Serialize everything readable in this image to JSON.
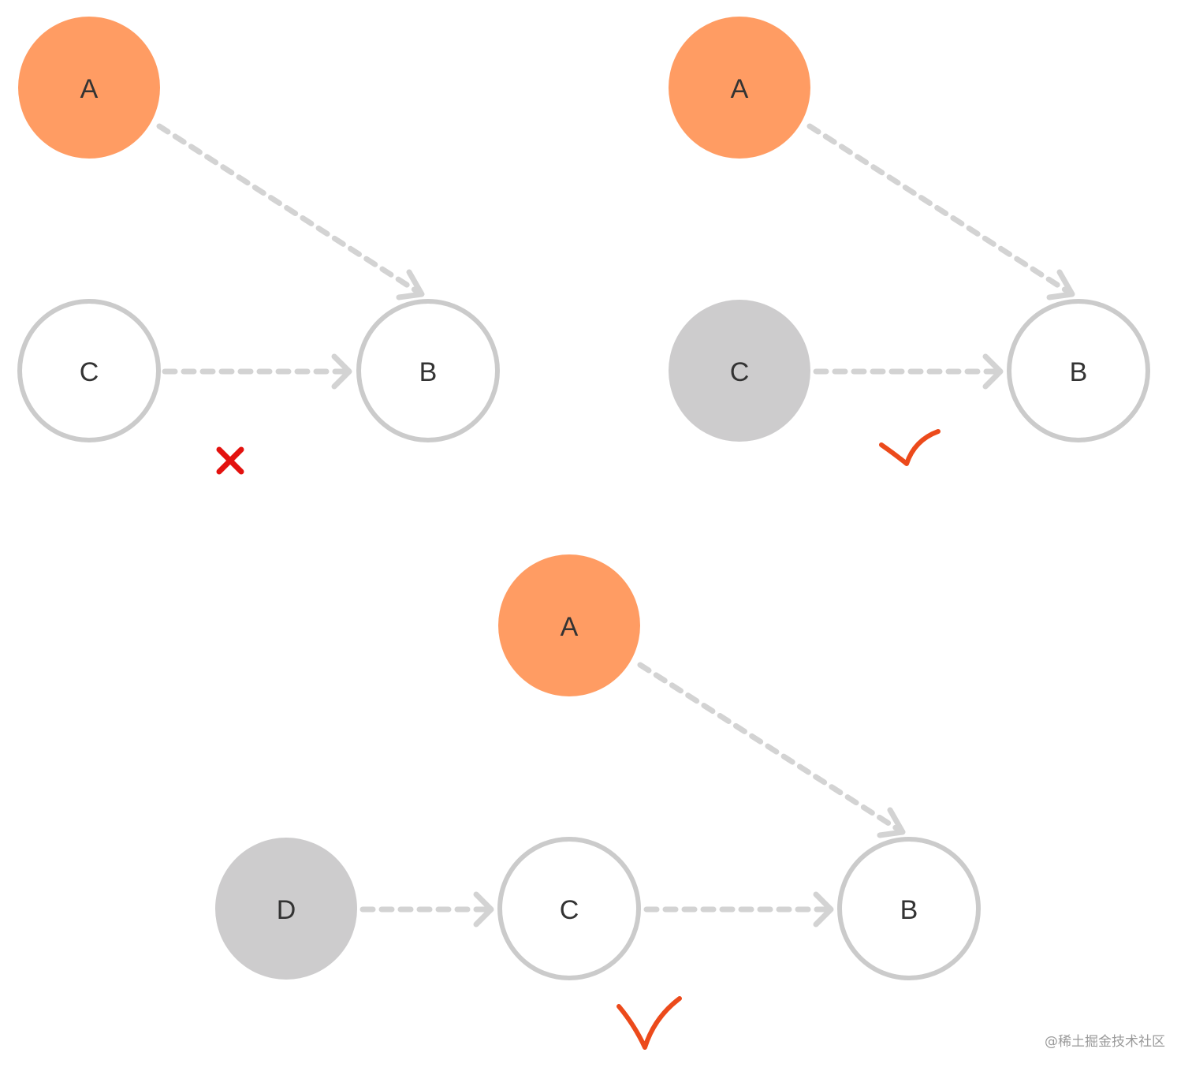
{
  "colors": {
    "orange": "#ff9c63",
    "gray_fill": "#cdcccd",
    "outline": "#cbcbcb",
    "arrow": "#d3d3d3",
    "label": "#333333",
    "cross": "#e3120f",
    "check": "#ec4a1b"
  },
  "nodes": {
    "tl_a": "A",
    "tl_c": "C",
    "tl_b": "B",
    "tr_a": "A",
    "tr_c": "C",
    "tr_b": "B",
    "bt_a": "A",
    "bt_d": "D",
    "bt_c": "C",
    "bt_b": "B"
  },
  "marks": {
    "top_left": "cross-icon",
    "top_right": "check-icon",
    "bottom": "check-icon"
  },
  "watermark": "@稀土掘金技术社区"
}
